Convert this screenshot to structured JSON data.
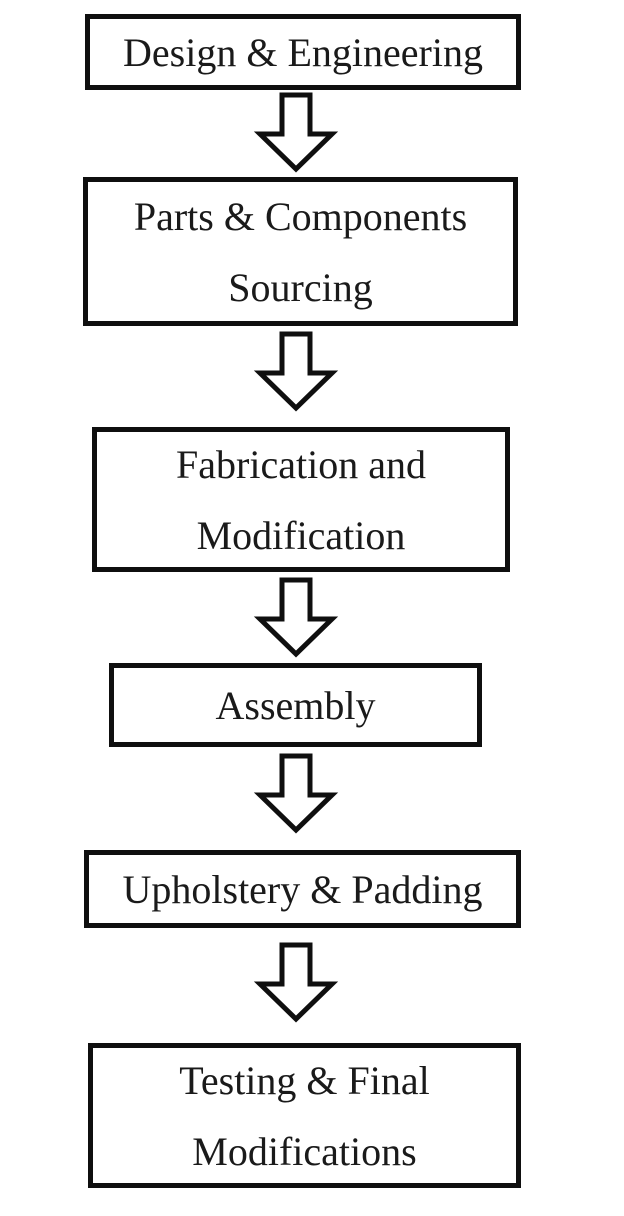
{
  "diagram": {
    "type": "flowchart",
    "direction": "top-down",
    "steps": [
      {
        "label": "Design & Engineering",
        "lines": [
          "Design & Engineering"
        ]
      },
      {
        "label": "Parts & Components Sourcing",
        "lines": [
          "Parts & Components",
          "Sourcing"
        ]
      },
      {
        "label": "Fabrication and Modification",
        "lines": [
          "Fabrication and",
          "Modification"
        ]
      },
      {
        "label": "Assembly",
        "lines": [
          "Assembly"
        ]
      },
      {
        "label": "Upholstery & Padding",
        "lines": [
          "Upholstery & Padding"
        ]
      },
      {
        "label": "Testing & Final Modifications",
        "lines": [
          "Testing & Final",
          "Modifications"
        ]
      }
    ],
    "connector": "down-block-arrow",
    "colors": {
      "background": "#ffffff",
      "box_fill": "#ffffff",
      "box_border": "#0f0f0f",
      "text": "#1a1a1a",
      "arrow_fill": "#ffffff",
      "arrow_outline": "#0f0f0f"
    }
  }
}
